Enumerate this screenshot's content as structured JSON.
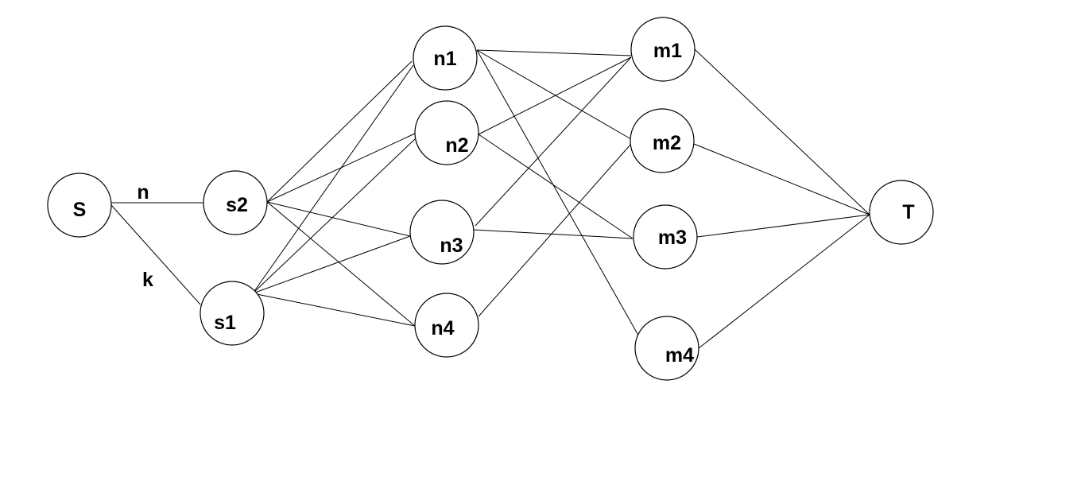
{
  "diagram": {
    "nodes": [
      {
        "id": "S",
        "label": "S"
      },
      {
        "id": "s2",
        "label": "s2"
      },
      {
        "id": "s1",
        "label": "s1"
      },
      {
        "id": "n1",
        "label": "n1"
      },
      {
        "id": "n2",
        "label": "n2"
      },
      {
        "id": "n3",
        "label": "n3"
      },
      {
        "id": "n4",
        "label": "n4"
      },
      {
        "id": "m1",
        "label": "m1"
      },
      {
        "id": "m2",
        "label": "m2"
      },
      {
        "id": "m3",
        "label": "m3"
      },
      {
        "id": "m4",
        "label": "m4"
      },
      {
        "id": "T",
        "label": "T"
      }
    ],
    "edges": [
      {
        "from": "S",
        "to": "s2",
        "label": "n"
      },
      {
        "from": "S",
        "to": "s1",
        "label": "k"
      },
      {
        "from": "s2",
        "to": "n1"
      },
      {
        "from": "s2",
        "to": "n2"
      },
      {
        "from": "s2",
        "to": "n3"
      },
      {
        "from": "s2",
        "to": "n4"
      },
      {
        "from": "s1",
        "to": "n1"
      },
      {
        "from": "s1",
        "to": "n2"
      },
      {
        "from": "s1",
        "to": "n3"
      },
      {
        "from": "s1",
        "to": "n4"
      },
      {
        "from": "n1",
        "to": "m1"
      },
      {
        "from": "n1",
        "to": "m2"
      },
      {
        "from": "n1",
        "to": "m4"
      },
      {
        "from": "n2",
        "to": "m1"
      },
      {
        "from": "n2",
        "to": "m3"
      },
      {
        "from": "n3",
        "to": "m1"
      },
      {
        "from": "n3",
        "to": "m3"
      },
      {
        "from": "n4",
        "to": "m2"
      },
      {
        "from": "m1",
        "to": "T"
      },
      {
        "from": "m2",
        "to": "T"
      },
      {
        "from": "m3",
        "to": "T"
      },
      {
        "from": "m4",
        "to": "T"
      }
    ]
  }
}
